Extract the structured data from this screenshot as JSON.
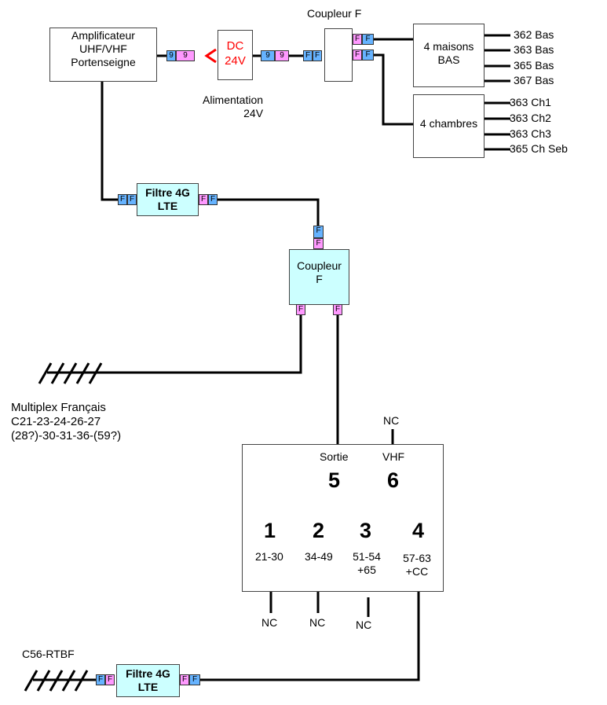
{
  "top": {
    "amplifier": "Amplificateur\nUHF/VHF\nPortenseigne",
    "dc": "DC\n24V",
    "alimentation": "Alimentation\n24V",
    "coupler_top_label": "Coupleur F",
    "maisons_box": "4 maisons\nBAS",
    "chambres_box": "4 chambres",
    "maisons_outputs": [
      "362 Bas",
      "363 Bas",
      "365 Bas",
      "367 Bas"
    ],
    "chambres_outputs": [
      "363 Ch1",
      "363 Ch2",
      "363 Ch3",
      "365 Ch Seb"
    ]
  },
  "connectors": {
    "f": "F",
    "nine": "9"
  },
  "filters": {
    "filter_label": "Filtre 4G\nLTE"
  },
  "middle": {
    "coupler": "Coupleur\nF",
    "multiplex": "Multiplex Français\nC21-23-24-26-27\n(28?)-30-31-36-(59?)"
  },
  "combiner": {
    "nc_top": "NC",
    "sortie": "Sortie",
    "vhf": "VHF",
    "port5": "5",
    "port6": "6",
    "ports": [
      {
        "num": "1",
        "range": "21-30"
      },
      {
        "num": "2",
        "range": "34-49"
      },
      {
        "num": "3",
        "range": "51-54\n+65"
      },
      {
        "num": "4",
        "range": "57-63\n+CC"
      }
    ],
    "nc_bottom": [
      "NC",
      "NC",
      "NC"
    ]
  },
  "bottom": {
    "c56": "C56-RTBF"
  },
  "colors": {
    "connector_blue": "#66b3ff",
    "connector_pink": "#ff99ff",
    "filter_fill": "#ccffff",
    "dc_red": "#ff0000"
  }
}
